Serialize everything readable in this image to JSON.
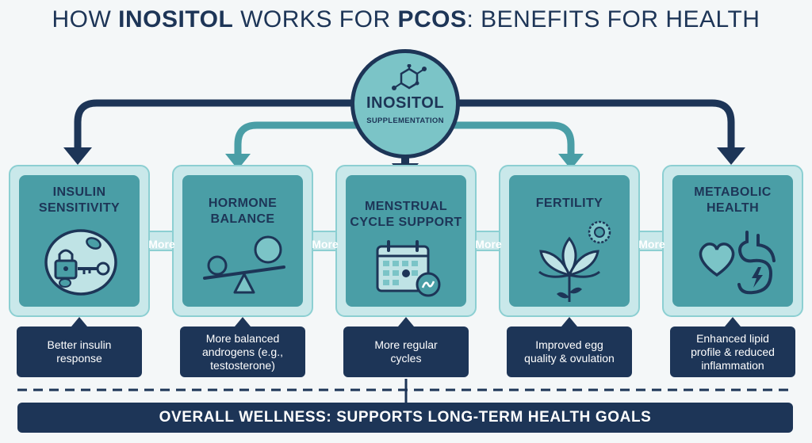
{
  "title": {
    "part1": "HOW ",
    "bold1": "INOSITOL",
    "part2": " WORKS FOR ",
    "bold2": "PCOS",
    "part3": ": BENEFITS FOR HEALTH"
  },
  "hub": {
    "title": "INOSITOL",
    "subtitle": "SUPPLEMENTATION",
    "icon": "molecule-icon"
  },
  "cards": [
    {
      "label_line1": "INSULIN",
      "label_line2": "SENSITIVITY",
      "icon": "lock-key-cell-icon",
      "desc_line1": "Better insulin",
      "desc_line2": "response",
      "desc_line3": ""
    },
    {
      "label_line1": "HORMONE",
      "label_line2": "BALANCE",
      "icon": "balance-scale-icon",
      "desc_line1": "More balanced",
      "desc_line2": "androgens (e.g.,",
      "desc_line3": "testosterone)"
    },
    {
      "label_line1": "MENSTRUAL",
      "label_line2": "CYCLE SUPPORT",
      "icon": "calendar-icon",
      "desc_line1": "More regular",
      "desc_line2": "cycles",
      "desc_line3": ""
    },
    {
      "label_line1": "FERTILITY",
      "label_line2": "",
      "icon": "flower-egg-icon",
      "desc_line1": "Improved egg",
      "desc_line2": "quality & ovulation",
      "desc_line3": ""
    },
    {
      "label_line1": "METABOLIC",
      "label_line2": "HEALTH",
      "icon": "heart-stomach-icon",
      "desc_line1": "Enhanced lipid",
      "desc_line2": "profile & reduced",
      "desc_line3": "inflammation"
    }
  ],
  "connector_label": "More",
  "banner": "OVERALL WELLNESS: SUPPORTS LONG-TERM HEALTH GOALS",
  "colors": {
    "navy": "#1d3557",
    "teal": "#4a9ea6",
    "light_teal": "#7bc4c7",
    "card_outer": "#c9e8ea"
  }
}
